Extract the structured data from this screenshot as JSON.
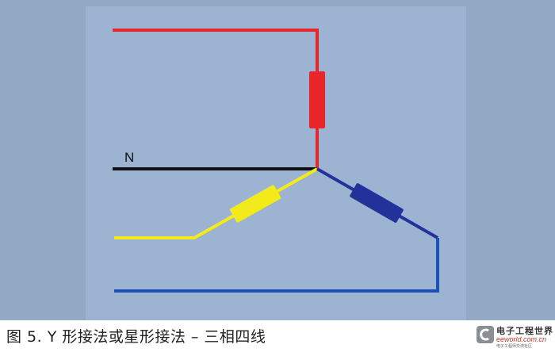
{
  "diagram": {
    "neutral_label": "N",
    "colors": {
      "phase_red": "#e8262b",
      "phase_yellow": "#f3ea1c",
      "phase_blue": "#23329a",
      "return_blue": "#1d4fb8",
      "neutral": "#111111",
      "background": "#9db3d2"
    }
  },
  "caption": {
    "text": "图 5. Y 形接法或星形接法 – 三相四线"
  },
  "logo": {
    "title": "电子工程世界",
    "domain": "eeworld.com.cn",
    "tagline": "电子工程师交流社区"
  }
}
